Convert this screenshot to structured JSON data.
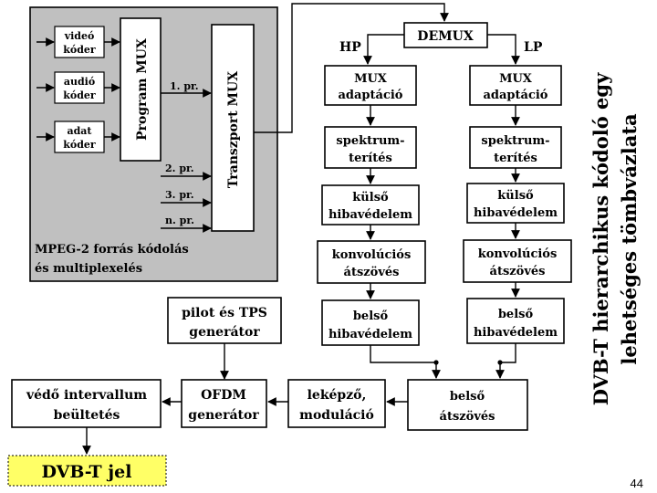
{
  "source_section": {
    "caption_line1": "MPEG-2 forrás kódolás",
    "caption_line2": "és multiplexelés",
    "encoders": [
      {
        "line1": "videó",
        "line2": "kóder"
      },
      {
        "line1": "audió",
        "line2": "kóder"
      },
      {
        "line1": "adat",
        "line2": "kóder"
      }
    ],
    "program_mux": "Program MUX",
    "transport_mux": "Transzport MUX",
    "programs": [
      "1. pr.",
      "2. pr.",
      "3. pr.",
      "n. pr."
    ]
  },
  "demux": "DEMUX",
  "hp_label": "HP",
  "lp_label": "LP",
  "hp_chain": [
    {
      "line1": "MUX",
      "line2": "adaptáció"
    },
    {
      "line1": "spektrum-",
      "line2": "terítés"
    },
    {
      "line1": "külső",
      "line2": "hibavédelem"
    },
    {
      "line1": "konvolúciós",
      "line2": "átszövés"
    },
    {
      "line1": "belső",
      "line2": "hibavédelem"
    }
  ],
  "lp_chain": [
    {
      "line1": "MUX",
      "line2": "adaptáció"
    },
    {
      "line1": "spektrum-",
      "line2": "terítés"
    },
    {
      "line1": "külső",
      "line2": "hibavédelem"
    },
    {
      "line1": "konvolúciós",
      "line2": "átszövés"
    },
    {
      "line1": "belső",
      "line2": "hibavédelem"
    }
  ],
  "pilot_tps": {
    "line1": "pilot és TPS",
    "line2": "generátor"
  },
  "inner_interleave": {
    "line1": "belső",
    "line2": "átszövés"
  },
  "mapper": {
    "line1": "leképző,",
    "line2": "moduláció"
  },
  "ofdm": {
    "line1": "OFDM",
    "line2": "generátor"
  },
  "guard": {
    "line1": "védő intervallum",
    "line2": "beültetés"
  },
  "output": "DVB-T jel",
  "title_line1": "DVB-T hierarchikus kódoló egy",
  "title_line2": "lehetséges tömbvázlata",
  "page_number": "44",
  "colors": {
    "source_bg": "#c0c0c0",
    "output_bg": "#ffff66"
  }
}
